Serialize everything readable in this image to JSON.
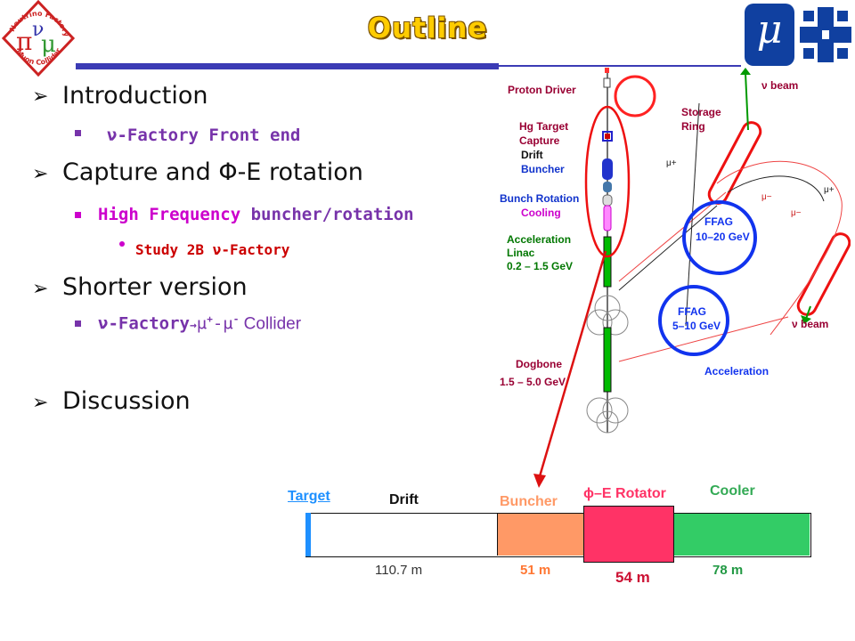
{
  "title": "Outline",
  "logo_left": {
    "line1": "Neutrino Factory",
    "line2": "Muon Collider",
    "symbols": "πνμ"
  },
  "logo_right": {
    "symbol": "μ"
  },
  "outline": {
    "intro": "Introduction",
    "intro_sub": "ν-Factory Front end",
    "capture": "Capture and Φ-E rotation",
    "hf_a": "High Frequency",
    "hf_b": " buncher/rotation",
    "study": "Study 2B ν-Factory",
    "shorter": "Shorter version",
    "shorter_sub_a": "ν-Factory",
    "shorter_sub_arrow": "→",
    "shorter_sub_b": "μ",
    "shorter_sub_sup1": "+",
    "shorter_sub_c": "-μ",
    "shorter_sub_sup2": "-",
    "shorter_sub_d": " Collider",
    "discussion": "Discussion"
  },
  "diagram": {
    "proton_driver": "Proton Driver",
    "hg_target": "Hg  Target",
    "capture": "Capture",
    "drift": "Drift",
    "buncher": "Buncher",
    "bunch_rotation": "Bunch Rotation",
    "cooling": "Cooling",
    "acc_linac_1": "Acceleration",
    "acc_linac_2": "Linac",
    "acc_linac_3": "0.2 – 1.5 GeV",
    "dogbone_1": "Dogbone",
    "dogbone_2": "1.5 – 5.0 GeV",
    "storage_1": "Storage",
    "storage_2": "Ring",
    "nu_beam_top": "ν  beam",
    "nu_beam_bottom": "ν  beam",
    "mu_plus_1": "μ+",
    "mu_plus_2": "μ+",
    "mu_minus_1": "μ−",
    "mu_minus_2": "μ−",
    "ffag1_a": "FFAG",
    "ffag1_b": "10–20 GeV",
    "ffag2_a": "FFAG",
    "ffag2_b": "5–10 GeV",
    "acceleration": "Acceleration"
  },
  "beamline": {
    "target": "Target",
    "drift": "Drift",
    "buncher": "Buncher",
    "rotator": "ϕ–E Rotator",
    "cooler": "Cooler",
    "drift_len": "110.7 m",
    "buncher_len": "51 m",
    "rotator_len": "54 m",
    "cooler_len": "78 m"
  },
  "colors": {
    "title": "#ffcc00",
    "rule": "#3b3bb5",
    "purple_text": "#7733aa",
    "magenta": "#cc00cc",
    "red_text": "#cc0000",
    "target_blue": "#1e90ff",
    "buncher_fill": "#ff9966",
    "rotator_fill": "#ff3366",
    "cooler_fill": "#33cc66"
  }
}
